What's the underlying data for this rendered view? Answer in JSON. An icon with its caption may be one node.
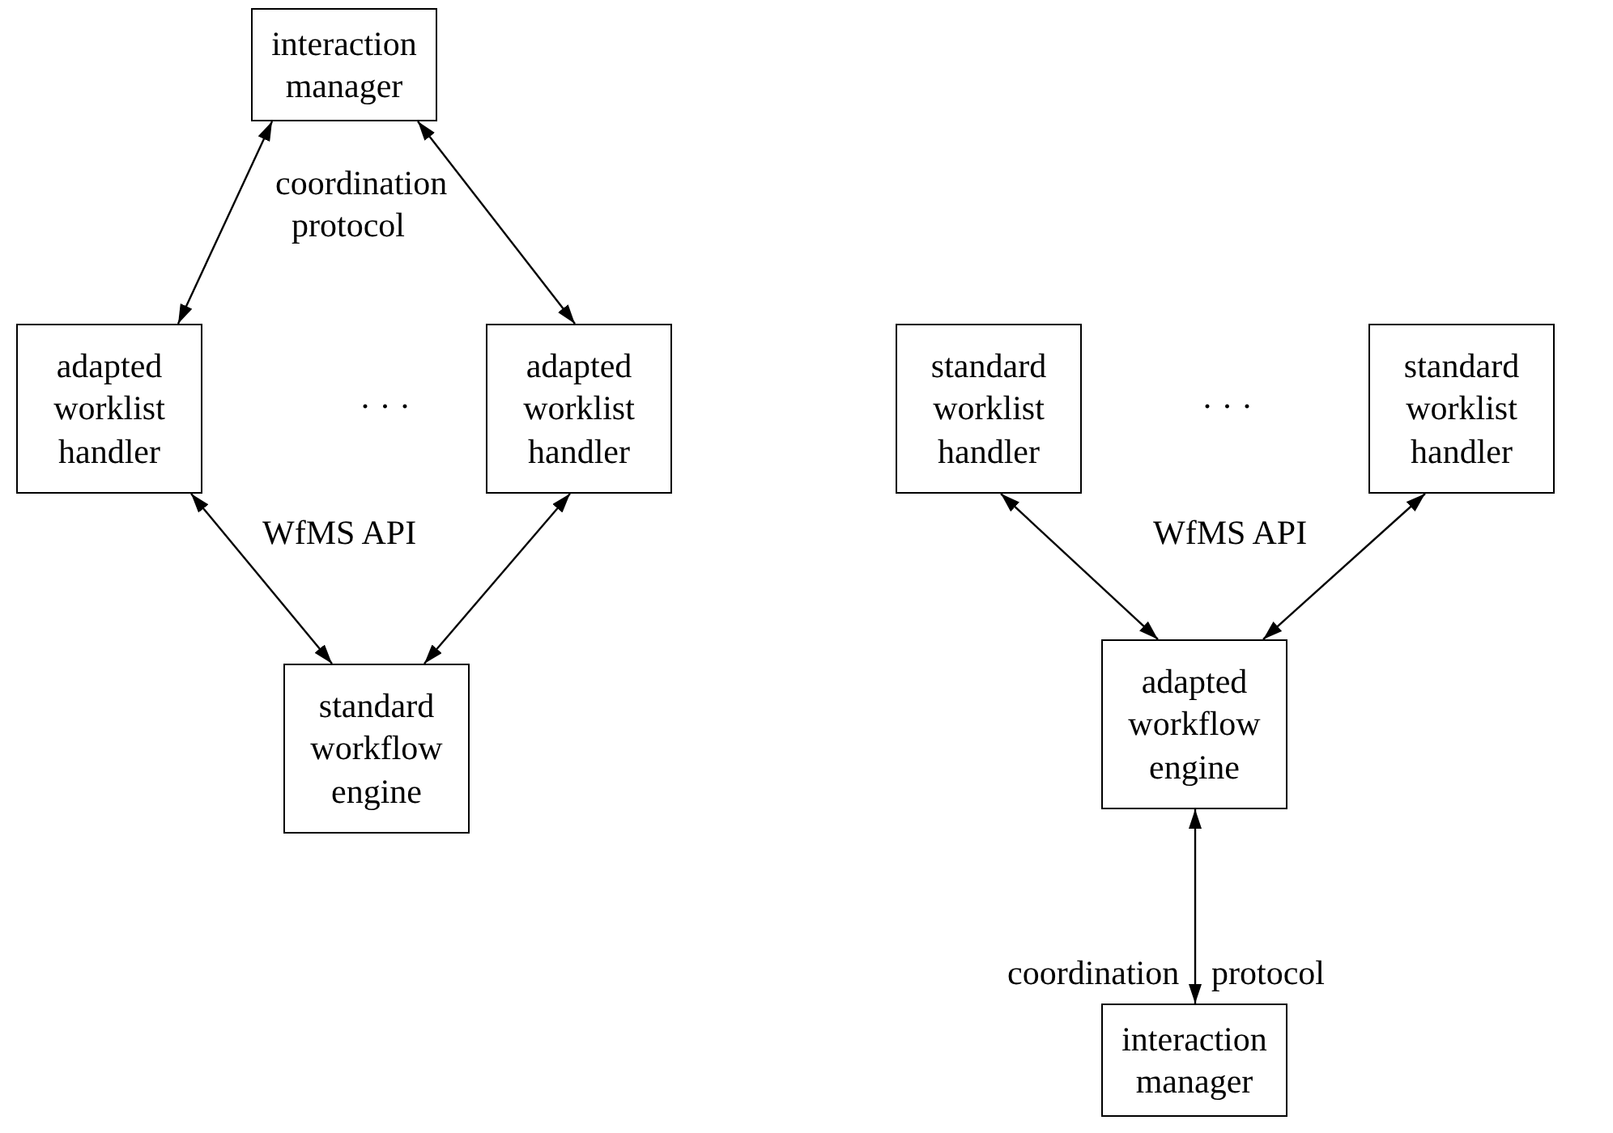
{
  "diagram": {
    "nodes": [
      {
        "text": [
          "interaction manager"
        ]
      },
      {
        "text": [
          "adapted worklist handler"
        ]
      },
      {
        "text": [
          "adapted worklist handler"
        ]
      },
      {
        "text": [
          "standard workflow engine"
        ]
      },
      {
        "text": [
          "standard worklist handler"
        ]
      },
      {
        "text": [
          "standard worklist handler"
        ]
      },
      {
        "text": [
          "adapted workflow engine"
        ]
      },
      {
        "text": [
          "interaction manager"
        ]
      }
    ],
    "edges": [
      {
        "from": 0,
        "to": 1,
        "arrow": "both"
      },
      {
        "from": 0,
        "to": 2,
        "arrow": "both"
      },
      {
        "from": 1,
        "to": 3,
        "arrow": "both"
      },
      {
        "from": 2,
        "to": 3,
        "arrow": "both"
      },
      {
        "from": 4,
        "to": 6,
        "arrow": "both"
      },
      {
        "from": 5,
        "to": 6,
        "arrow": "both"
      },
      {
        "from": 6,
        "to": 7,
        "arrow": "both"
      }
    ],
    "labels": [
      "coordination protocol",
      "· · ·",
      "WfMS API",
      "· · ·",
      "WfMS API",
      "coordination",
      "protocol"
    ]
  }
}
